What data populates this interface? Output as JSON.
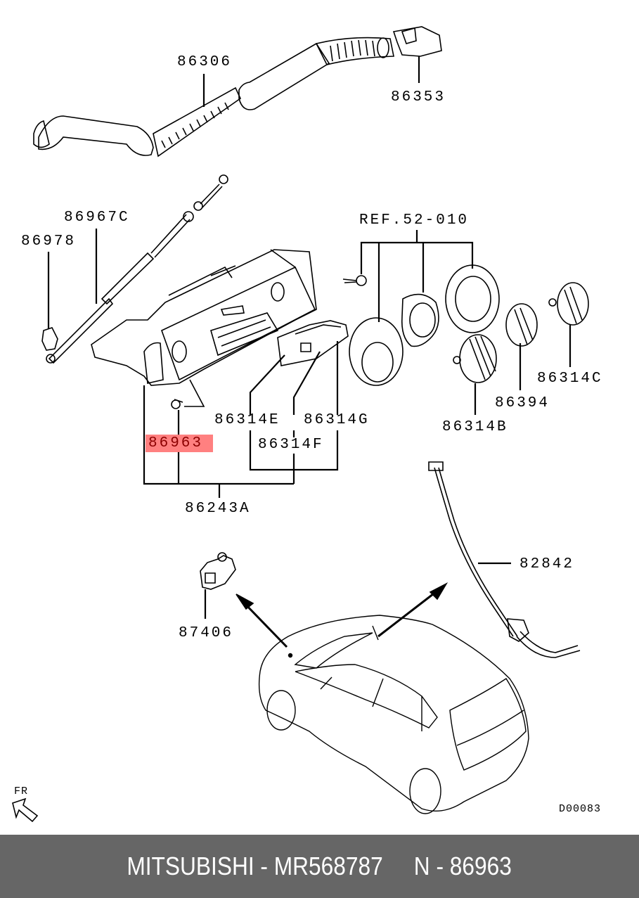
{
  "diagram": {
    "reference_ids": {
      "ref_group": "REF.52-010",
      "drawing_code": "D00083",
      "orientation": "FR"
    },
    "part_labels": {
      "p86306": "86306",
      "p86353": "86353",
      "p86967C": "86967C",
      "p86978": "86978",
      "p86314E": "86314E",
      "p86314G": "86314G",
      "p86314F": "86314F",
      "p86963": "86963",
      "p86243A": "86243A",
      "p86314C": "86314C",
      "p86394": "86394",
      "p86314B": "86314B",
      "p82842": "82842",
      "p87406": "87406"
    },
    "highlighted_part": "86963",
    "highlight_color": "#ff8080"
  },
  "footer": {
    "text": "MITSUBISHI - MR568787     N - 86963",
    "background": "#666666"
  }
}
